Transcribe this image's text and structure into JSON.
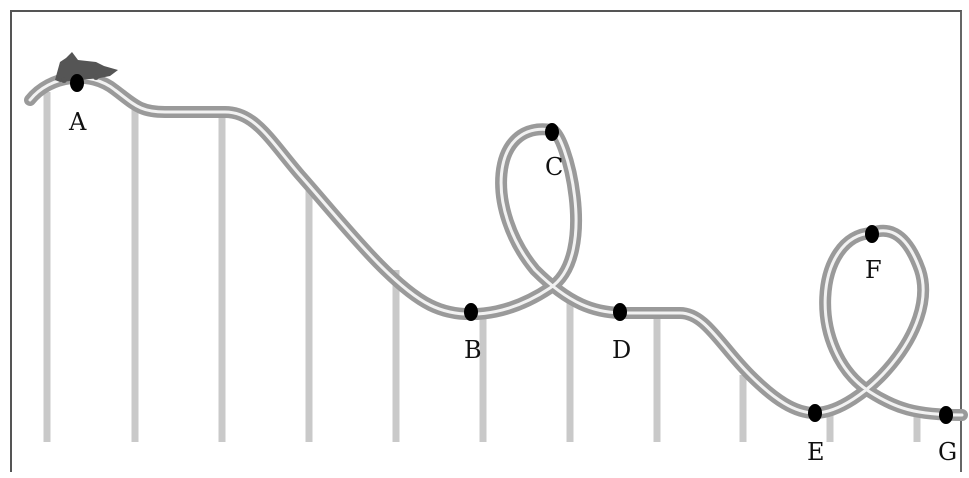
{
  "diagram": {
    "points": [
      {
        "id": "A",
        "label": "A"
      },
      {
        "id": "B",
        "label": "B"
      },
      {
        "id": "C",
        "label": "C"
      },
      {
        "id": "D",
        "label": "D"
      },
      {
        "id": "E",
        "label": "E"
      },
      {
        "id": "F",
        "label": "F"
      },
      {
        "id": "G",
        "label": "G"
      }
    ],
    "colors": {
      "track": "#9a9a9a",
      "rail": "#f2f2f2",
      "support": "#c9c9c9",
      "dot": "#000000",
      "car": "#555555"
    }
  }
}
